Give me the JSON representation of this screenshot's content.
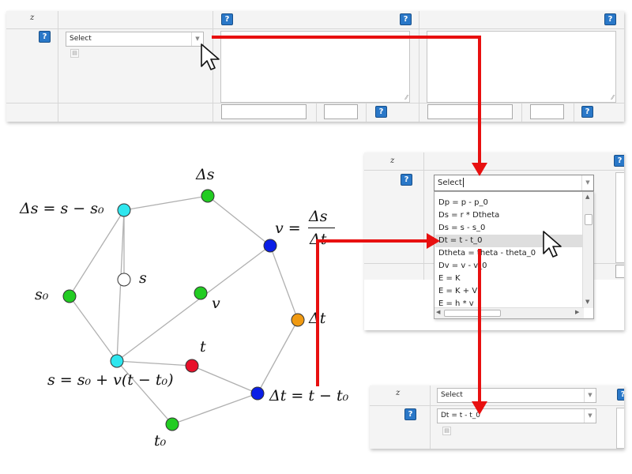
{
  "top_panel": {
    "z_label": "z",
    "select_value": "Select",
    "help_icon": "?"
  },
  "dropdown_panel": {
    "z_label": "z",
    "select_value": "Select",
    "options": [
      "Dp = p - p_0",
      "Ds = r * Dtheta",
      "Ds = s - s_0",
      "Dt = t - t_0",
      "Dtheta = theta - theta_0",
      "Dv = v - v_0",
      "E = K",
      "E = K + V",
      "E = h * v"
    ],
    "highlighted_index": 3
  },
  "result_panel": {
    "z_label": "z",
    "select_value": "Select",
    "chosen_value": "Dt = t - t_0"
  },
  "graph": {
    "labels": {
      "delta_s_eq": "Δs = s − s₀",
      "delta_s": "Δs",
      "v_eq_lhs": "v =",
      "v_frac_num": "Δs",
      "v_frac_den": "Δt",
      "s": "s",
      "s0": "s₀",
      "v": "v",
      "delta_t": "Δt",
      "t": "t",
      "s_eq": "s = s₀ + v(t − t₀)",
      "delta_t_eq": "Δt = t − t₀",
      "t0": "t₀"
    }
  },
  "colors": {
    "accent_red": "#e81010",
    "node_cyan": "#2ee6ee",
    "node_green": "#22cc22",
    "node_blue": "#0a1ee6",
    "node_orange": "#f09a12",
    "node_red": "#e8102a",
    "help_blue": "#2a78c8"
  },
  "icons": {
    "help": "help-icon",
    "cursor": "cursor-arrow-icon",
    "dropdown": "chevron-down-icon",
    "document": "document-icon"
  }
}
